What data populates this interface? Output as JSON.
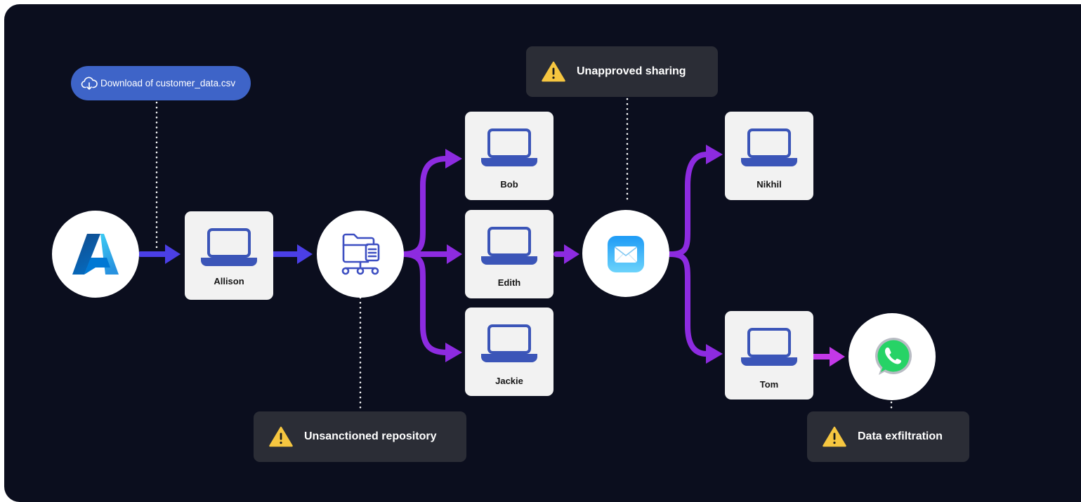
{
  "colors": {
    "background": "#0b0e1e",
    "card": "#f2f2f2",
    "alert": "#2b2d36",
    "pill": "#3e64c8",
    "arrow_blue": "#4b3fe6",
    "arrow_purple": "#8d2be0",
    "arrow_magenta": "#c338e8",
    "warning": "#f6c640"
  },
  "icons": {
    "azure": "azure-logo-icon",
    "repository": "folder-network-icon",
    "mail": "mail-icon",
    "whatsapp": "whatsapp-logo-icon",
    "laptop": "laptop-icon",
    "warning": "warning-triangle-icon",
    "cloud": "cloud-download-icon"
  },
  "download_label": "Download of customer_data.csv",
  "users": {
    "allison": "Allison",
    "bob": "Bob",
    "edith": "Edith",
    "jackie": "Jackie",
    "nikhil": "Nikhil",
    "tom": "Tom"
  },
  "alerts": {
    "sharing": "Unapproved sharing",
    "repository": "Unsanctioned repository",
    "exfiltration": "Data exfiltration"
  }
}
